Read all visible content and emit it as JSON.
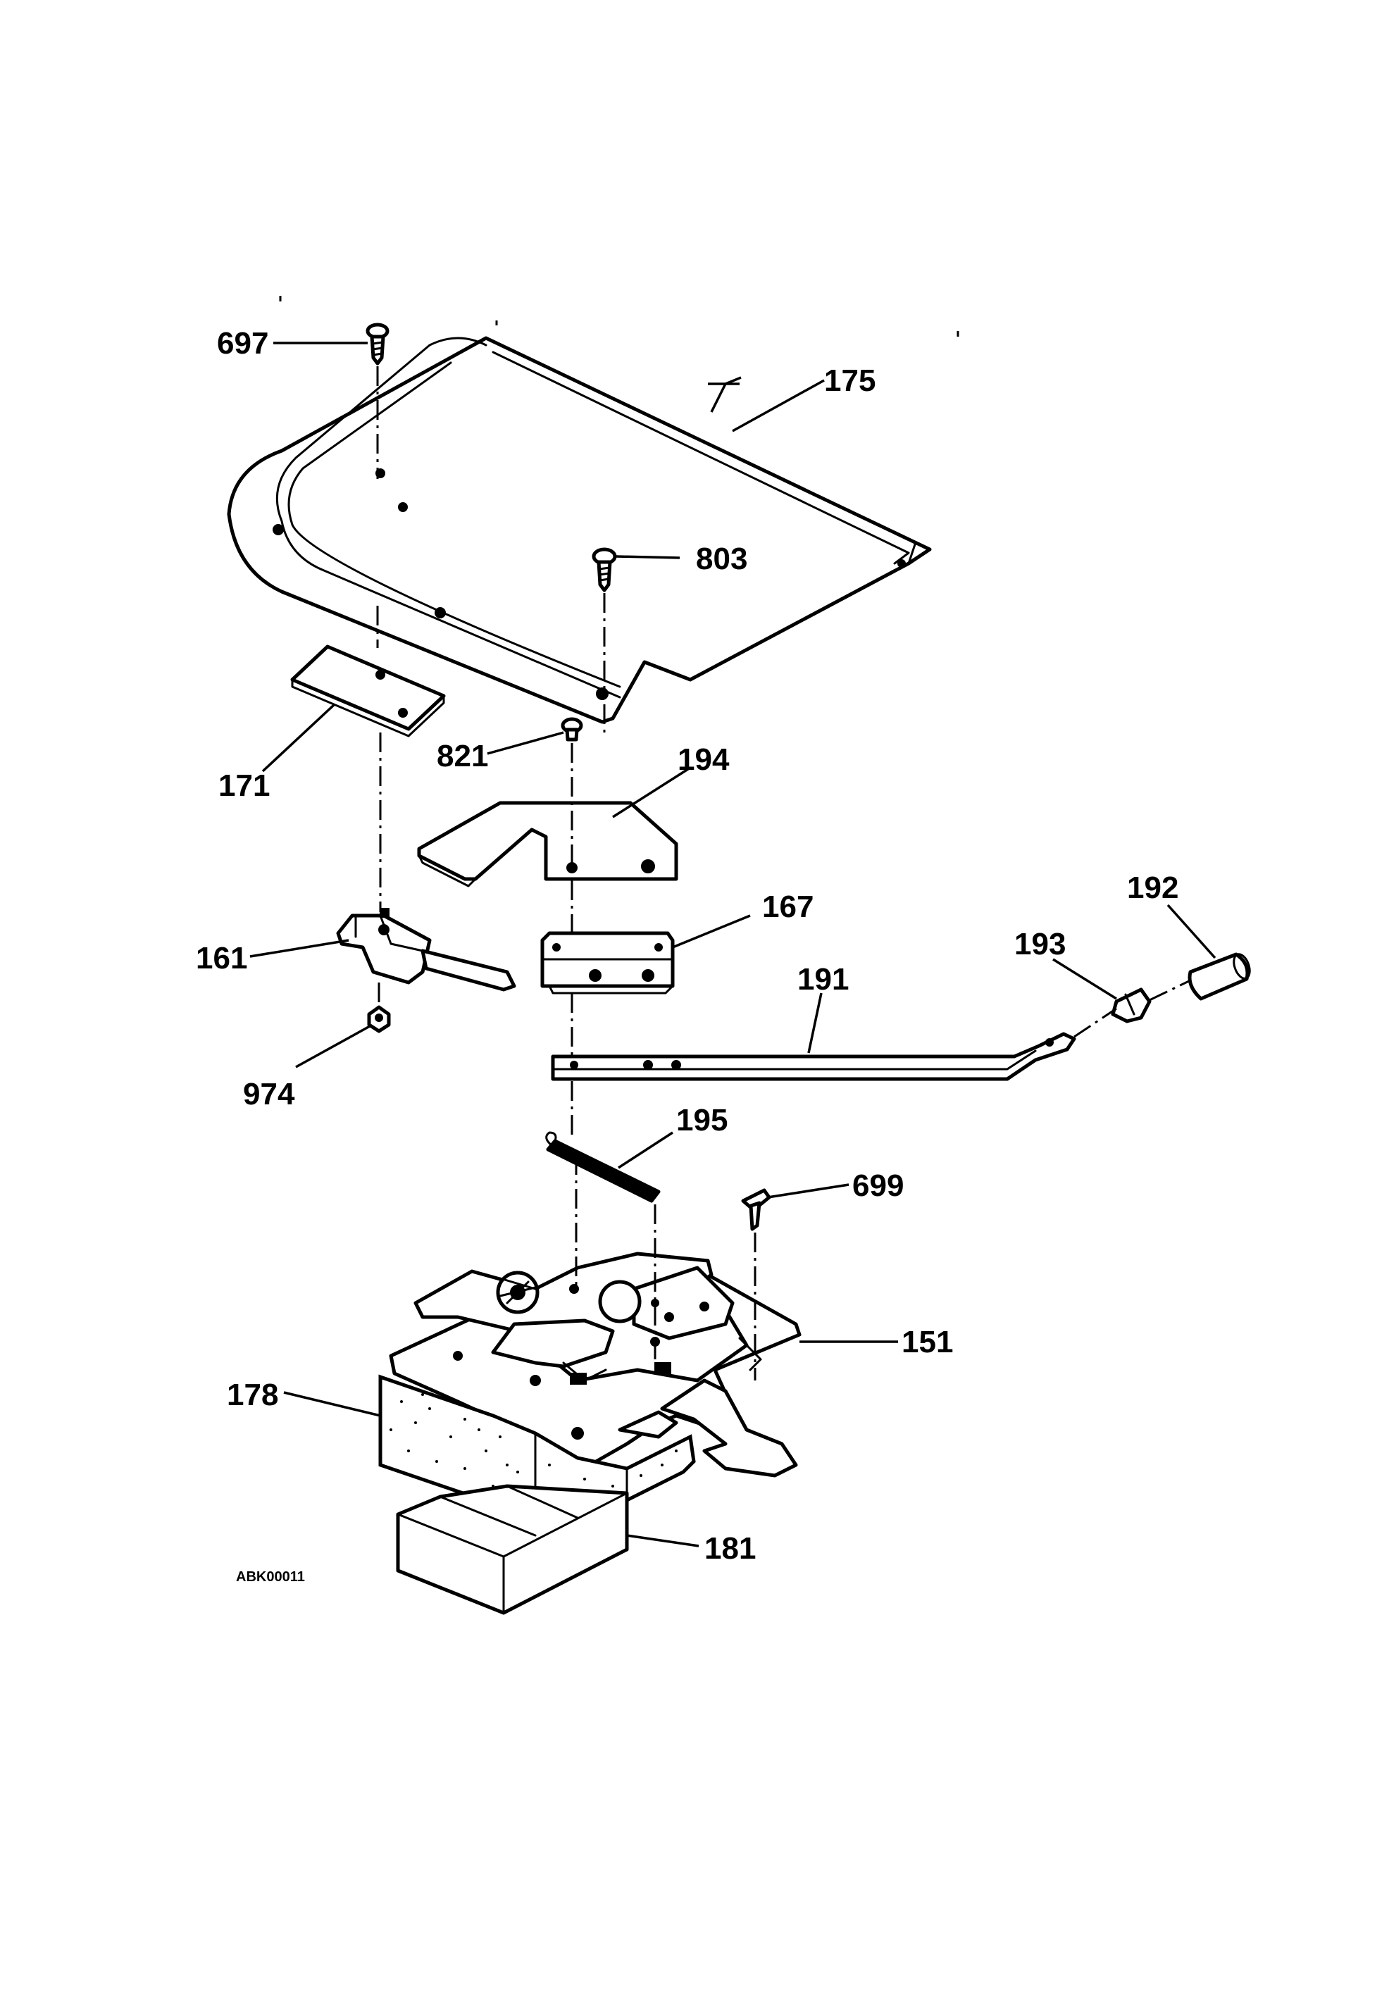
{
  "diagram_id": "ABK00011",
  "callouts": {
    "p697": "697",
    "p175": "175",
    "p803": "803",
    "p171": "171",
    "p821": "821",
    "p194": "194",
    "p161": "161",
    "p167": "167",
    "p192": "192",
    "p193": "193",
    "p191": "191",
    "p974": "974",
    "p195": "195",
    "p699": "699",
    "p151": "151",
    "p178": "178",
    "p181": "181"
  },
  "colors": {
    "ink": "#000000",
    "paper": "#ffffff"
  }
}
